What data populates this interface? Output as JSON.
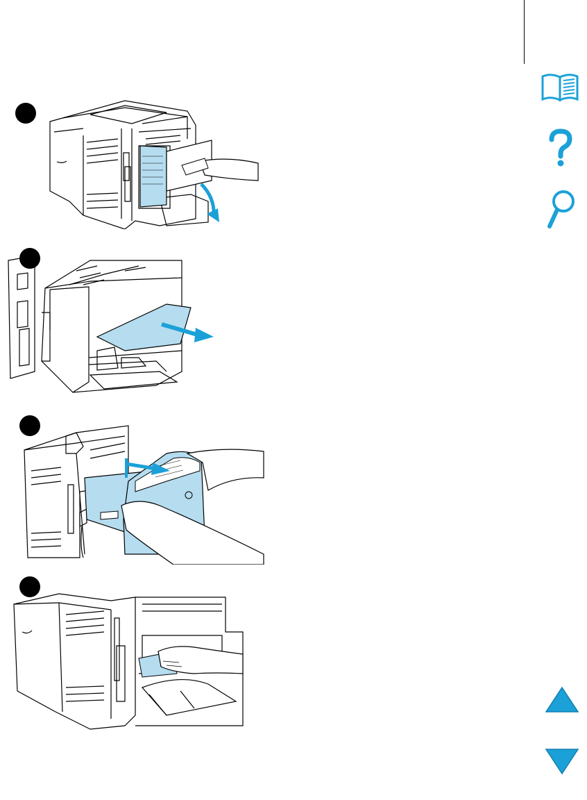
{
  "page": {
    "background": "#ffffff",
    "accent_blue": "#1ba1d8",
    "illustration_fill": "#b5dcef"
  },
  "steps": [
    {
      "number": "",
      "illustration": "open-rear-door"
    },
    {
      "number": "",
      "illustration": "pull-jammed-paper"
    },
    {
      "number": "",
      "illustration": "remove-duplex-unit"
    },
    {
      "number": "",
      "illustration": "clear-paper-path"
    }
  ],
  "navigation": {
    "contents_icon": "book-icon",
    "help_icon": "question-mark-icon",
    "index_icon": "magnifier-icon",
    "previous_page_icon": "up-arrow-icon",
    "next_page_icon": "down-arrow-icon"
  }
}
